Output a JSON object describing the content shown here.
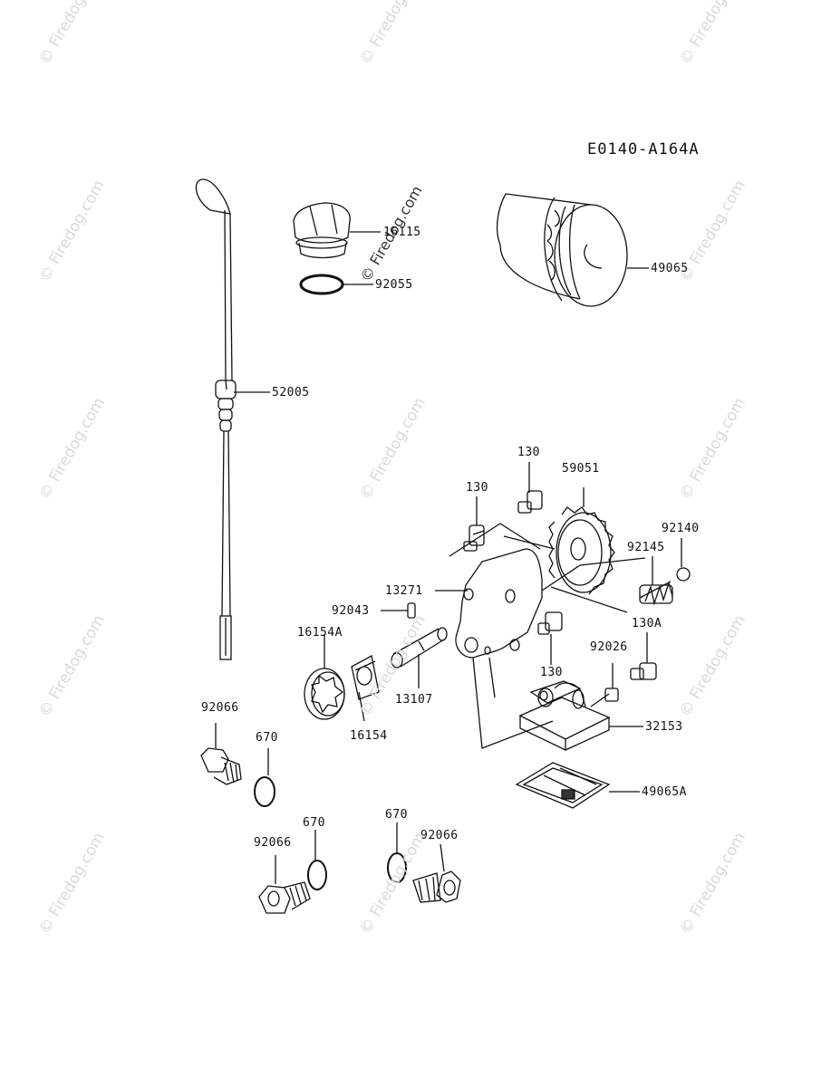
{
  "diagram_code": "E0140-A164A",
  "watermark": "© Firedog.com",
  "labels": {
    "p16115": "16115",
    "p92055": "92055",
    "p49065": "49065",
    "p52005": "52005",
    "p130_a": "130",
    "p130_b": "130",
    "p59051": "59051",
    "p92140": "92140",
    "p92145": "92145",
    "p13271": "13271",
    "p92043": "92043",
    "p16154A": "16154A",
    "p130A": "130A",
    "p130_c": "130",
    "p92026": "92026",
    "p13107": "13107",
    "p16154": "16154",
    "p32153": "32153",
    "p92066_a": "92066",
    "p670_a": "670",
    "p49065A": "49065A",
    "p670_b": "670",
    "p670_c": "670",
    "p92066_b": "92066",
    "p92066_c": "92066"
  }
}
